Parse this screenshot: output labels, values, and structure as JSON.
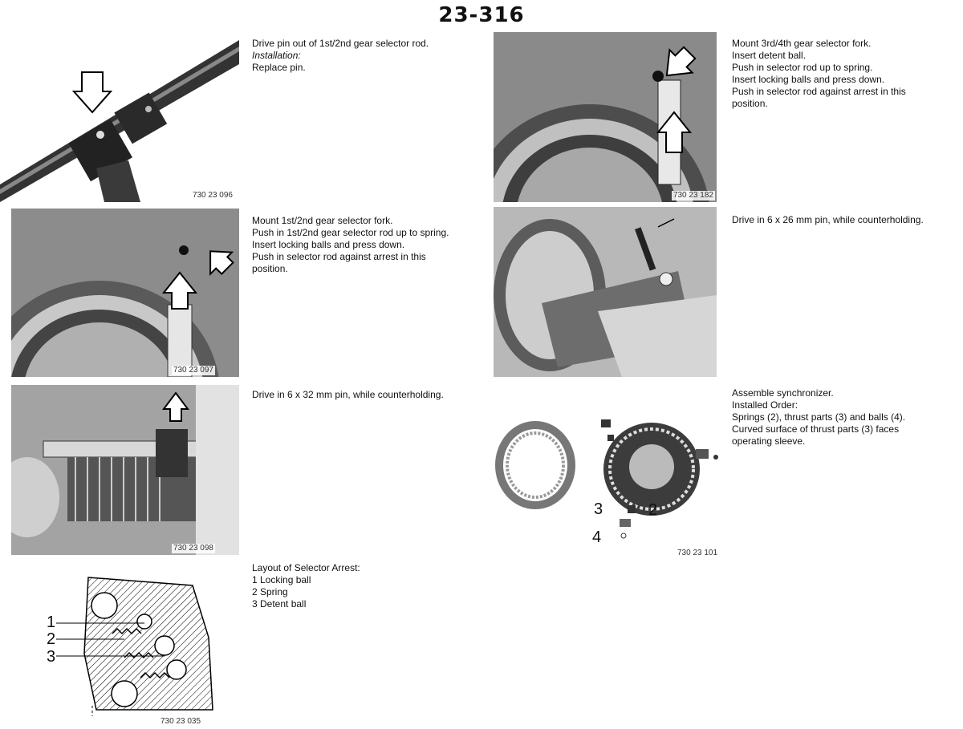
{
  "page_number": "23-316",
  "figures": {
    "f096": "730 23 096",
    "f097": "730 23 097",
    "f098": "730 23 098",
    "f035": "730 23 035",
    "f182": "730 23 182",
    "f101": "730 23 101"
  },
  "steps": {
    "s1": {
      "line1": "Drive pin out of 1st/2nd gear selector rod.",
      "line2": "Installation:",
      "line3": "Replace pin."
    },
    "s2": {
      "line1": "Mount 1st/2nd gear selector fork.",
      "line2": "Push in 1st/2nd gear selector rod up to spring.",
      "line3": "Insert locking balls and press down.",
      "line4": "Push in selector rod against arrest in this",
      "line5": "position."
    },
    "s3": {
      "line1": "Drive in 6 x 32 mm pin, while counterholding."
    },
    "s4": {
      "line1": "Layout of Selector Arrest:",
      "line2": "1  Locking ball",
      "line3": "2  Spring",
      "line4": "3  Detent ball"
    },
    "s5": {
      "line1": "Mount 3rd/4th gear selector fork.",
      "line2": "Insert detent ball.",
      "line3": "Push in selector rod up to spring.",
      "line4": "Insert locking balls and press down.",
      "line5": "Push in selector rod against arrest in this",
      "line6": "position."
    },
    "s6": {
      "line1": "Drive in 6 x 26 mm pin, while counterholding."
    },
    "s7": {
      "line1": "Assemble synchronizer.",
      "line2": "Installed Order:",
      "line3": "Springs (2), thrust parts (3) and balls (4).",
      "line4": "Curved surface of thrust parts (3) faces",
      "line5": "operating sleeve."
    }
  },
  "callouts": {
    "arrest": [
      "1",
      "2",
      "3"
    ],
    "synchro": [
      "3",
      "2",
      "4"
    ]
  }
}
